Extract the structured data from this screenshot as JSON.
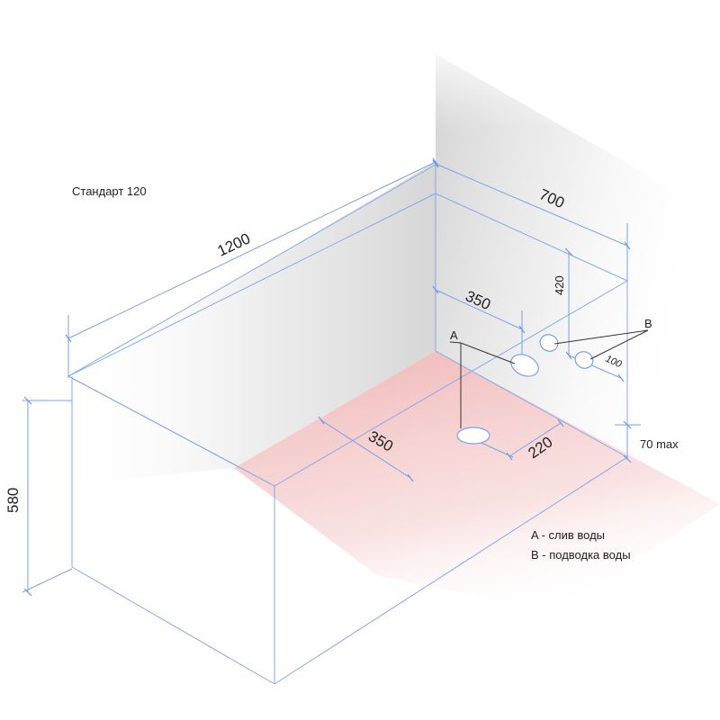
{
  "title": "Стандарт 120",
  "dimensions": {
    "length": "1200",
    "width": "700",
    "height": "580",
    "supply_height": "420",
    "supply_offset": "350",
    "drain_offset_length": "350",
    "drain_offset_width": "220",
    "supply_spacing": "100",
    "drain_height": "70 max"
  },
  "markers": {
    "drain": "A",
    "supply": "B"
  },
  "legend": {
    "drain": "A - слив воды",
    "supply": "B - подводка воды"
  },
  "colors": {
    "lines": "#7aa0e8",
    "floor": "#f4c6c6",
    "wall_shadow": "#d8d8d8"
  }
}
